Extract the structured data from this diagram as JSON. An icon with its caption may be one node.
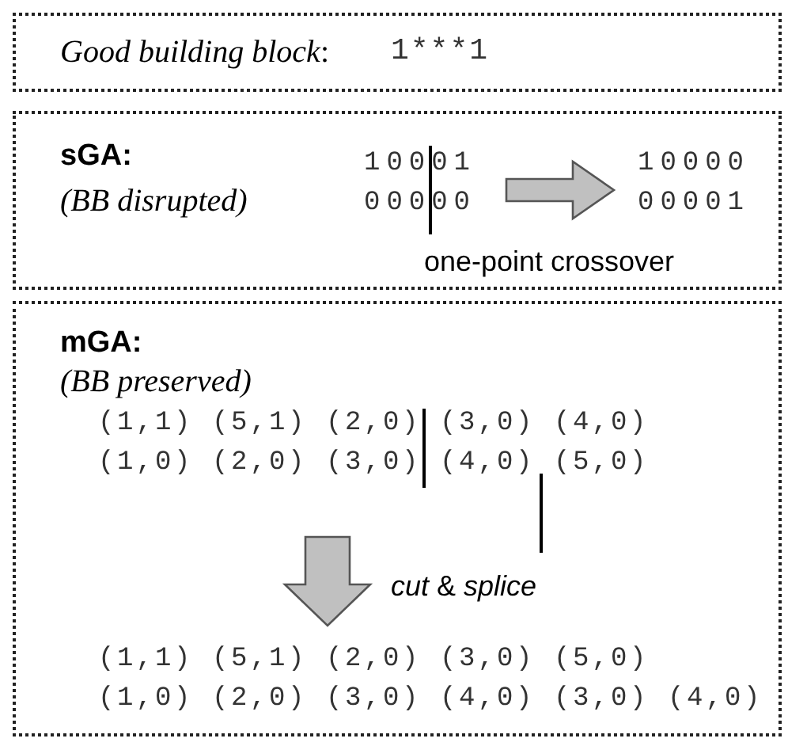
{
  "diagram": {
    "nodes": [
      {
        "text": [
          "*Good building block*:",
          "1***1"
        ]
      },
      {
        "text": [
          "sGA:",
          "(BB disrupted)"
        ]
      },
      {
        "text": [
          "10001",
          "00000"
        ],
        "in": 1
      },
      {
        "text": [
          "10000",
          "00001"
        ],
        "in": 1
      },
      {
        "text": [
          "mGA:",
          "(BB preserved)"
        ]
      },
      {
        "text": [
          "(1,1) (5,1) (2,0) (3,0) (4,0)",
          "(1,0) (2,0) (3,0) (4,0) (5,0)"
        ],
        "in": 4
      },
      {
        "text": [
          "(1,1) (5,1) (2,0) (3,0) (5,0)",
          "(1,0) (2,0) (3,0) (4,0) (3,0) (4,0)"
        ],
        "in": 4
      }
    ],
    "edges": [
      {
        "from": 2,
        "to": 3,
        "arrow": "to",
        "label": "one-point crossover",
        "style": "thick"
      },
      {
        "from": 5,
        "to": 6,
        "arrow": "to",
        "label": "*cut* & *splice*",
        "style": "thick"
      }
    ]
  }
}
